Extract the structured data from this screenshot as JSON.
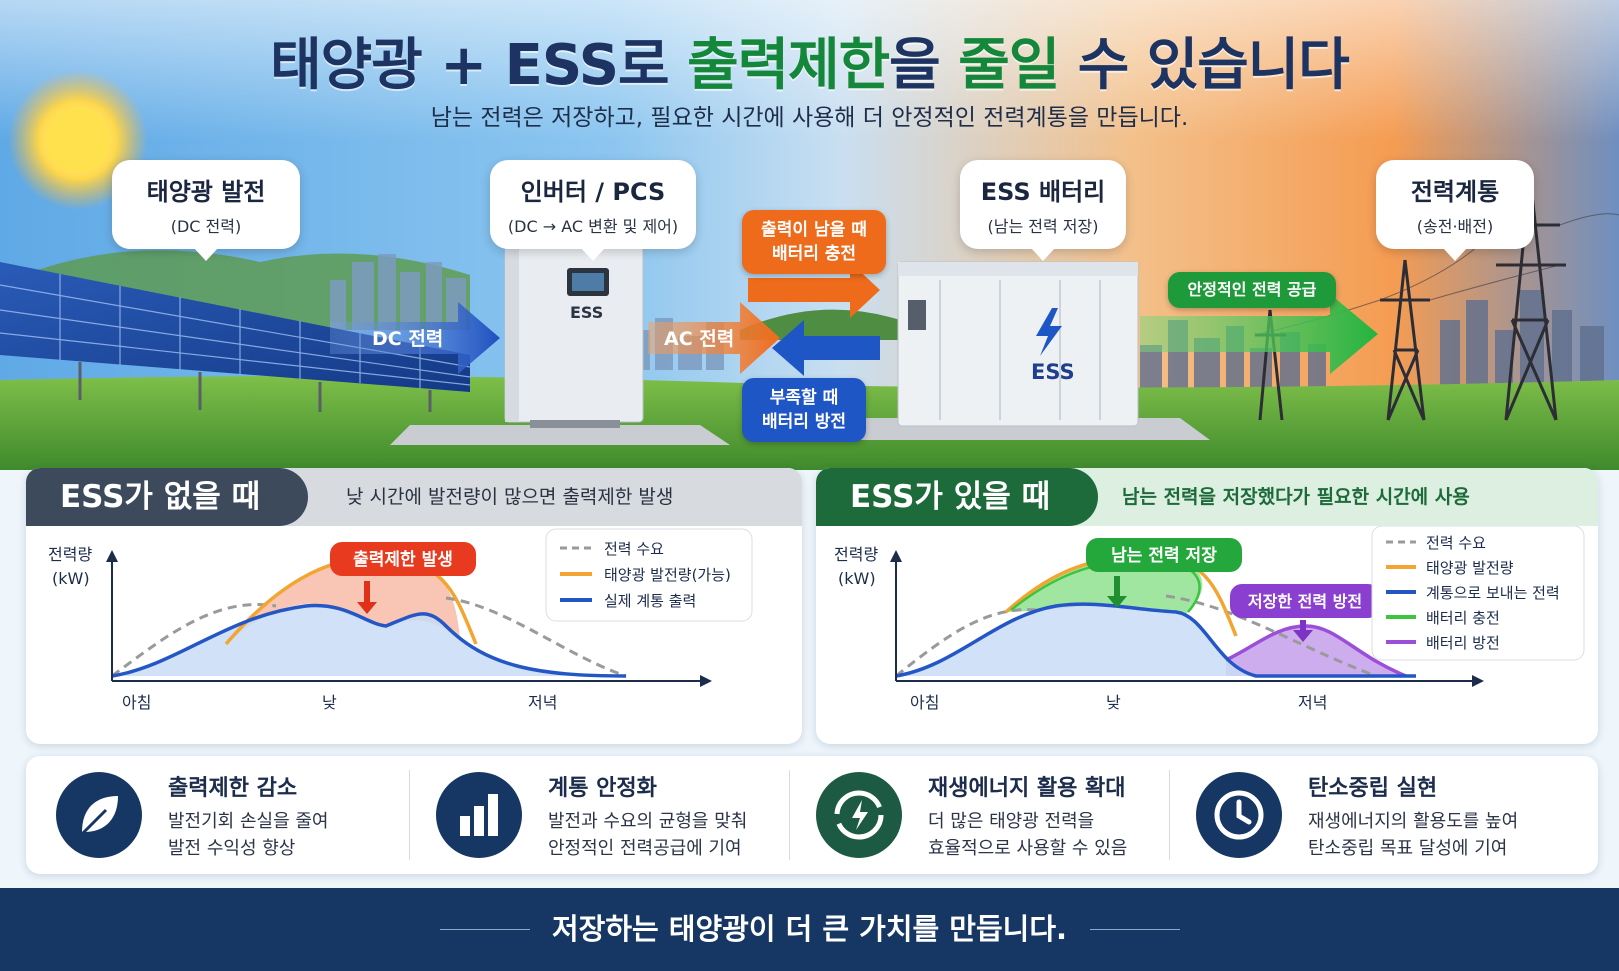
{
  "header": {
    "title_part1": "태양광 + ESS로 ",
    "title_highlight1": "출력제한",
    "title_part2": "을 ",
    "title_highlight2": "줄일",
    "title_part3": " 수 있습니다",
    "subtitle": "남는 전력은 저장하고, 필요한 시간에 사용해 더 안정적인 전력계통을 만듭니다."
  },
  "flow": {
    "solar": {
      "title": "태양광 발전",
      "sub": "(DC 전력)"
    },
    "inverter": {
      "title": "인버터 / PCS",
      "sub": "(DC → AC 변환 및 제어)",
      "unit_label": "ESS"
    },
    "battery": {
      "title": "ESS 배터리",
      "sub": "(남는 전력 저장)",
      "unit_label": "ESS"
    },
    "grid": {
      "title": "전력계통",
      "sub": "(송전·배전)"
    },
    "dc_arrow": "DC 전력",
    "ac_arrow": "AC 전력",
    "charge_line1": "출력이 남을 때",
    "charge_line2": "배터리 충전",
    "discharge_line1": "부족할 때",
    "discharge_line2": "배터리 방전",
    "supply": "안정적인 전력 공급"
  },
  "panels": {
    "without": {
      "tag": "ESS가 없을 때",
      "desc": "낮 시간에 발전량이 많으면 출력제한 발생",
      "callout": "출력제한 발생"
    },
    "with": {
      "tag": "ESS가 있을 때",
      "desc": "남는 전력을 저장했다가 필요한 시간에 사용",
      "callout_store": "남는 전력 저장",
      "callout_discharge": "저장한 전력 방전"
    }
  },
  "chart_data": [
    {
      "type": "area",
      "ylabel": "전력량 (kW)",
      "x": [
        "아침",
        "낮",
        "저녁"
      ],
      "legend_placement": "top-right",
      "series": [
        {
          "name": "전력 수요",
          "style": "dashed",
          "color": "#9a9a9a"
        },
        {
          "name": "태양광 발전량(가능)",
          "color": "#f2a531"
        },
        {
          "name": "실제 계통 출력",
          "color": "#2457c5"
        }
      ],
      "annotation": "출력제한 발생"
    },
    {
      "type": "area",
      "ylabel": "전력량 (kW)",
      "x": [
        "아침",
        "낮",
        "저녁"
      ],
      "legend_placement": "top-right",
      "series": [
        {
          "name": "전력 수요",
          "style": "dashed",
          "color": "#9a9a9a"
        },
        {
          "name": "태양광 발전량",
          "color": "#f2a531"
        },
        {
          "name": "계통으로 보내는 전력",
          "color": "#2457c5"
        },
        {
          "name": "배터리 충전",
          "color": "#3ec43e"
        },
        {
          "name": "배터리 방전",
          "color": "#9b4fd6"
        }
      ],
      "annotations": [
        "남는 전력 저장",
        "저장한 전력 방전"
      ]
    }
  ],
  "benefits": [
    {
      "title": "출력제한 감소",
      "line1": "발전기회 손실을 줄여",
      "line2": "발전 수익성 향상",
      "icon": "leaf-icon",
      "color": "#163764"
    },
    {
      "title": "계통 안정화",
      "line1": "발전과 수요의 균형을 맞춰",
      "line2": "안정적인 전력공급에 기여",
      "icon": "bar-chart-icon",
      "color": "#163764"
    },
    {
      "title": "재생에너지 활용 확대",
      "line1": "더 많은 태양광 전력을",
      "line2": "효율적으로 사용할 수 있음",
      "icon": "energy-cycle-icon",
      "color": "#1d5a43"
    },
    {
      "title": "탄소중립 실현",
      "line1": "재생에너지의 활용도를 높여",
      "line2": "탄소중립 목표 달성에 기여",
      "icon": "clock-icon",
      "color": "#163764"
    }
  ],
  "footer": {
    "text": "저장하는 태양광이 더 큰 가치를 만듭니다."
  },
  "colors": {
    "navy": "#163764",
    "green": "#14873b",
    "orange": "#f06a1c",
    "blue": "#1f56c6",
    "purple": "#8a3fd0"
  }
}
